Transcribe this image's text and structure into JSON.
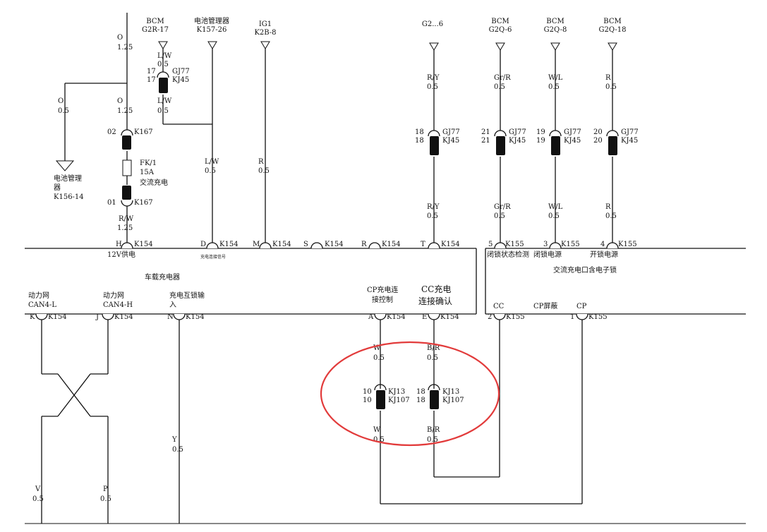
{
  "top_terminals": [
    {
      "key": "t1",
      "lines": [
        "...",
        "BCM",
        "G2R-17"
      ]
    },
    {
      "key": "t2",
      "lines": [
        "电池管理器",
        "K157-26"
      ]
    },
    {
      "key": "t3",
      "lines": [
        "IG1",
        "K2B-8"
      ]
    },
    {
      "key": "t4",
      "lines": [
        "...",
        "...",
        "G2...6"
      ]
    },
    {
      "key": "t5",
      "lines": [
        "...",
        "BCM",
        "G2Q-6"
      ]
    },
    {
      "key": "t6",
      "lines": [
        "...",
        "BCM",
        "G2Q-8"
      ]
    },
    {
      "key": "t7",
      "lines": [
        "...",
        "BCM",
        "G2Q-18"
      ]
    }
  ],
  "wire_labels": {
    "o125_a": [
      "O",
      "1.25"
    ],
    "o05": [
      "O",
      "0.5"
    ],
    "o125_b": [
      "O",
      "1.25"
    ],
    "lw_a": [
      "L/W",
      "0.5"
    ],
    "lw_b": [
      "L/W",
      "0.5"
    ],
    "lw_c": [
      "L/W",
      "0.5"
    ],
    "r_ig": [
      "R",
      "0.5"
    ],
    "ry_a": [
      "R/Y",
      "0.5"
    ],
    "ry_b": [
      "R/Y",
      "0.5"
    ],
    "grr_a": [
      "Gr/R",
      "0.5"
    ],
    "grr_b": [
      "Gr/R",
      "0.5"
    ],
    "wl_a": [
      "W/L",
      "0.5"
    ],
    "wl_b": [
      "W/L",
      "0.5"
    ],
    "r_a": [
      "R",
      "0.5"
    ],
    "r_b": [
      "R",
      "0.5"
    ],
    "rw": [
      "R/W",
      "1.25"
    ],
    "w_a": [
      "W",
      "0.5"
    ],
    "w_b": [
      "W",
      "0.5"
    ],
    "br_a": [
      "B/R",
      "0.5"
    ],
    "br_b": [
      "B/R",
      "0.5"
    ],
    "y_a": [
      "Y",
      "0.5"
    ],
    "v_a": [
      "V",
      "0.5"
    ],
    "p_a": [
      "P",
      "0.5"
    ]
  },
  "connectors": {
    "gj77_lw": [
      "17",
      "17",
      "GJ77",
      "KJ45"
    ],
    "k167_02": [
      "02",
      "K167"
    ],
    "k167_01": [
      "01",
      "K167"
    ],
    "gj77_ry": [
      "18",
      "18",
      "GJ77",
      "KJ45"
    ],
    "gj77_grr": [
      "21",
      "21",
      "GJ77",
      "KJ45"
    ],
    "gj77_wl": [
      "19",
      "19",
      "GJ77",
      "KJ45"
    ],
    "gj77_r": [
      "20",
      "20",
      "GJ77",
      "KJ45"
    ],
    "kj13_w": [
      "10",
      "10",
      "KJ13",
      "KJ107"
    ],
    "kj13_br": [
      "18",
      "18",
      "KJ13",
      "KJ107"
    ]
  },
  "fuse": {
    "name": "FK/1",
    "rating": "15A",
    "desc": "交流充电"
  },
  "battery_manager": [
    "电池管理",
    "器",
    "K156-14"
  ],
  "upper_pins": [
    {
      "pin": "H",
      "conn": "K154",
      "label": "12V供电"
    },
    {
      "pin": "D",
      "conn": "K154",
      "label": "充电连接信号"
    },
    {
      "pin": "M",
      "conn": "K154",
      "label": ""
    },
    {
      "pin": "S",
      "conn": "K154",
      "label": ""
    },
    {
      "pin": "R",
      "conn": "K154",
      "label": ""
    },
    {
      "pin": "T",
      "conn": "K154",
      "label": ""
    },
    {
      "pin": "5",
      "conn": "K155",
      "label": "闭锁状态检测"
    },
    {
      "pin": "3",
      "conn": "K155",
      "label": "闭锁电源"
    },
    {
      "pin": "4",
      "conn": "K155",
      "label": "开锁电源"
    }
  ],
  "module_left_title": "车载充电器",
  "module_right_title": "交流充电口含电子锁",
  "lower_labels": {
    "can_l": [
      "动力网",
      "CAN4-L"
    ],
    "can_h": [
      "动力网",
      "CAN4-H"
    ],
    "interlock": [
      "充电互锁输",
      "入"
    ],
    "cp_ctrl": [
      "CP充电连",
      "接控制"
    ],
    "cc_conf": [
      "CC充电",
      "连接确认"
    ],
    "cc": "CC",
    "cp_shield": "CP屏蔽",
    "cp": "CP"
  },
  "lower_pins": [
    {
      "pin": "K",
      "conn": "K154"
    },
    {
      "pin": "J",
      "conn": "K154"
    },
    {
      "pin": "N",
      "conn": "K154"
    },
    {
      "pin": "A",
      "conn": "K154"
    },
    {
      "pin": "E",
      "conn": "K154"
    },
    {
      "pin": "2",
      "conn": "K155"
    },
    {
      "pin": "1",
      "conn": "K155"
    }
  ],
  "highlight": {
    "color": "#e23b3b"
  }
}
